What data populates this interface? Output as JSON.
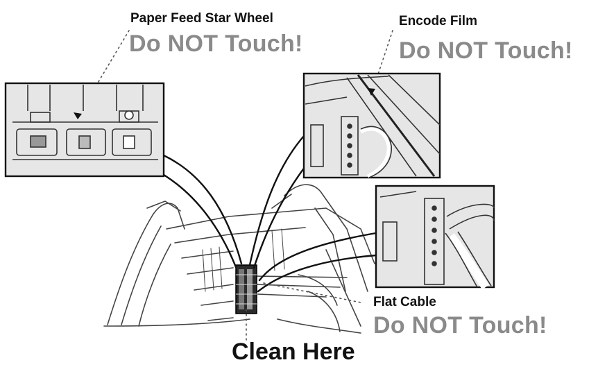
{
  "callouts": {
    "star_wheel": {
      "title": "Paper Feed Star Wheel",
      "warning": "Do NOT Touch!"
    },
    "encode_film": {
      "title": "Encode Film",
      "warning": "Do NOT Touch!"
    },
    "flat_cable": {
      "title": "Flat Cable",
      "warning": "Do NOT Touch!"
    }
  },
  "clean_label": "Clean Here",
  "colors": {
    "warning_text": "#8a8a8a",
    "label_text": "#111111",
    "inset_fill": "#e6e6e6",
    "line": "#111111"
  }
}
